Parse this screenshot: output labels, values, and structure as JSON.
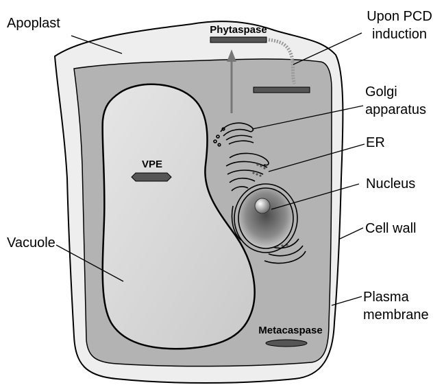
{
  "labels": {
    "apoplast": "Apoplast",
    "upon_pcd_line1": "Upon PCD",
    "upon_pcd_line2": "induction",
    "golgi_line1": "Golgi",
    "golgi_line2": "apparatus",
    "er": "ER",
    "nucleus": "Nucleus",
    "cell_wall": "Cell wall",
    "vacuole": "Vacuole",
    "plasma_line1": "Plasma",
    "plasma_line2": "membrane"
  },
  "proteins": {
    "phytaspase": "Phytaspase",
    "vpe": "VPE",
    "metacaspase": "Metacaspase"
  },
  "colors": {
    "cell_wall_fill": "#eeeeee",
    "cytoplasm_fill": "#b3b3b3",
    "protein_fill": "#555555",
    "arrow": "#777777",
    "dotted_path": "#999999"
  }
}
